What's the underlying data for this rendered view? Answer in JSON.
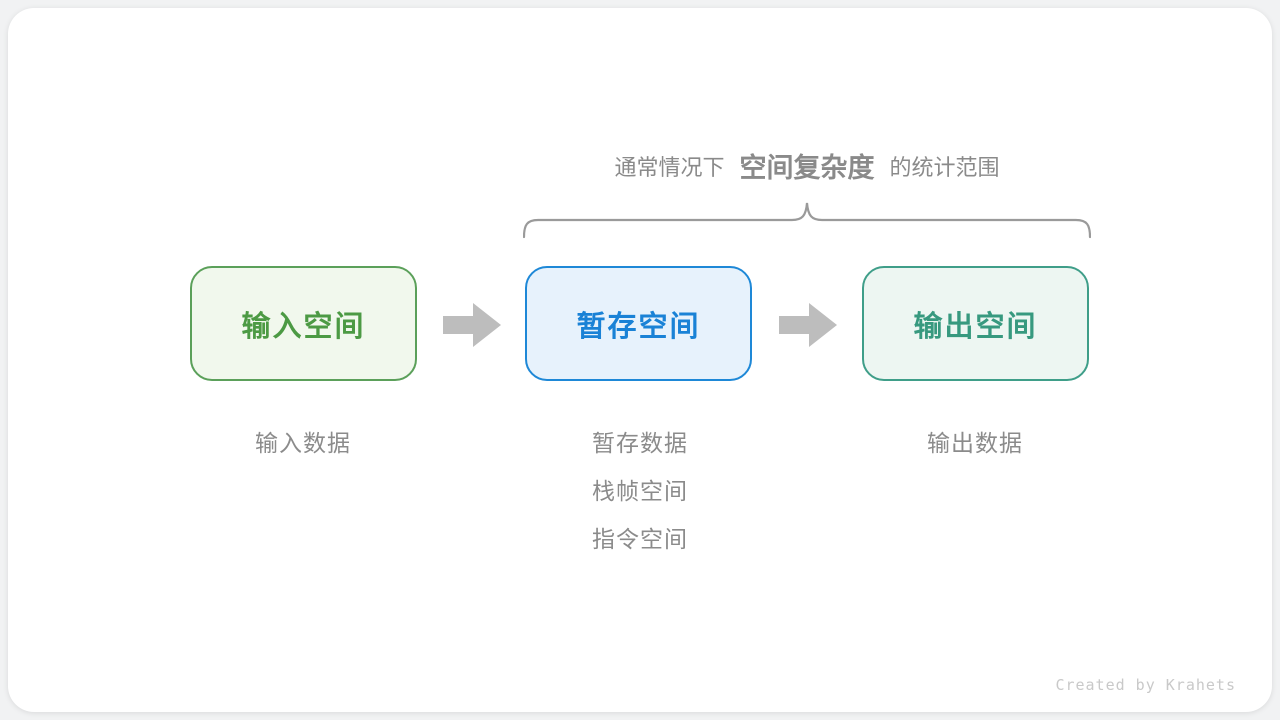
{
  "canvas": {
    "background": "#f1f2f3",
    "card_background": "#ffffff"
  },
  "header": {
    "prefix": "通常情况下",
    "emphasis": "空间复杂度",
    "suffix": "的统计范围",
    "text_color": "#8a8a8a"
  },
  "brace": {
    "color": "#9a9a9a"
  },
  "arrow": {
    "color": "#bdbdbd"
  },
  "boxes": [
    {
      "label": "输入空间",
      "text_color": "#4c9a44",
      "border_color": "#5ba05a",
      "background": "#f1f8ed"
    },
    {
      "label": "暂存空间",
      "text_color": "#1a82d6",
      "border_color": "#1e88d7",
      "background": "#e7f2fc"
    },
    {
      "label": "输出空间",
      "text_color": "#37997f",
      "border_color": "#3f9e89",
      "background": "#edf6f2"
    }
  ],
  "notes": {
    "color": "#8b8b8b",
    "input": [
      "输入数据"
    ],
    "temporary": [
      "暂存数据",
      "栈帧空间",
      "指令空间"
    ],
    "output": [
      "输出数据"
    ]
  },
  "credit": {
    "text": "Created by Krahets",
    "color": "#c9c9c9"
  }
}
